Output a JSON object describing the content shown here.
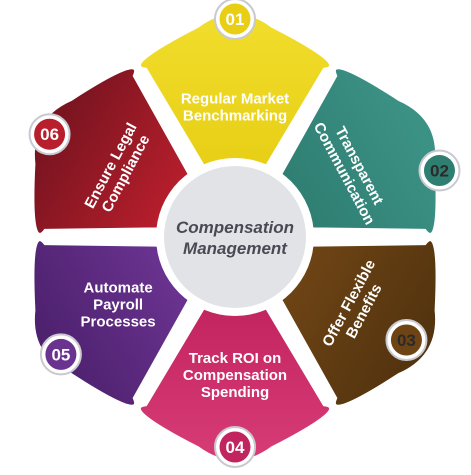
{
  "center": {
    "line1": "Compensation",
    "line2": "Management"
  },
  "segments": [
    {
      "number": "01",
      "label": [
        "Regular Market",
        "Benchmarking"
      ],
      "color": "#e8cf16",
      "color_dark": "#f0dc2a",
      "badge_text_color": "#ffffff"
    },
    {
      "number": "02",
      "label": [
        "Transparent",
        "Communication"
      ],
      "color": "#2f7e72",
      "color_dark": "#3b9184",
      "badge_text_color": "#2a2a2a"
    },
    {
      "number": "03",
      "label": [
        "Offer Flexible",
        "Benefits"
      ],
      "color": "#6e4415",
      "color_dark": "#54340f",
      "badge_text_color": "#2a2a2a"
    },
    {
      "number": "04",
      "label": [
        "Track ROI on",
        "Compensation",
        "Spending"
      ],
      "color": "#c2245f",
      "color_dark": "#d63a75",
      "badge_text_color": "#ffffff"
    },
    {
      "number": "05",
      "label": [
        "Automate",
        "Payroll",
        "Processes"
      ],
      "color": "#6a3390",
      "color_dark": "#4f2270",
      "badge_text_color": "#ffffff"
    },
    {
      "number": "06",
      "label": [
        "Ensure Legal",
        "Compliance"
      ],
      "color": "#b81e2c",
      "color_dark": "#7a1520",
      "badge_text_color": "#ffffff"
    }
  ]
}
